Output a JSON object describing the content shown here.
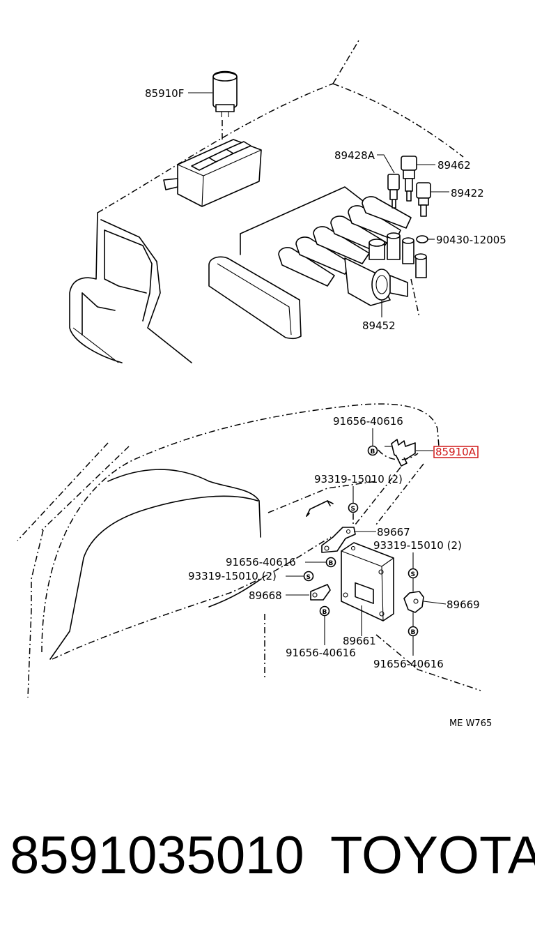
{
  "diagram": {
    "labels": {
      "p85910F": "85910F",
      "p89428A": "89428A",
      "p89462": "89462",
      "p89422": "89422",
      "p90430": "90430-12005",
      "p89452": "89452",
      "p91656_top": "91656-40616",
      "p85910A": "85910A",
      "p93319_a": "93319-15010 (2)",
      "p89667": "89667",
      "p93319_b": "93319-15010 (2)",
      "p91656_left": "91656-40616",
      "p93319_c": "93319-15010 (2)",
      "p89668": "89668",
      "p89669": "89669",
      "p89661": "89661",
      "p91656_bottom": "91656-40616",
      "p91656_right": "91656-40616",
      "code": "ME W765"
    },
    "badges": {
      "bolt": "B",
      "screw": "S"
    },
    "highlight_color": "#d01818"
  },
  "footer": {
    "part_number": "8591035010",
    "brand": "TOYOTA"
  }
}
